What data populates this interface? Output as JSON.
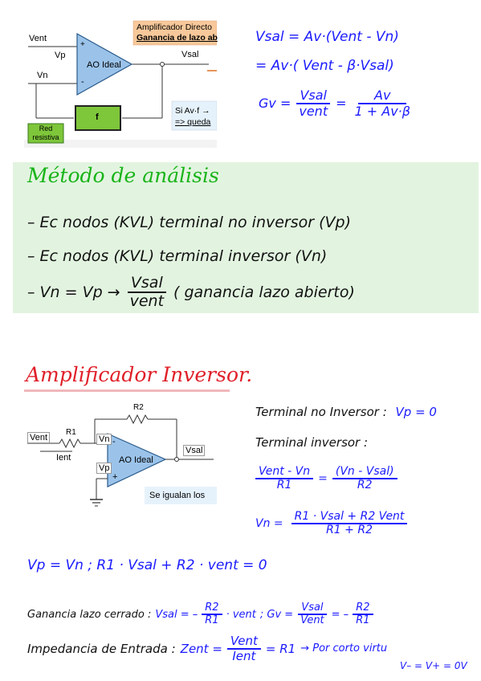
{
  "diagram1": {
    "vent": "Vent",
    "vp": "Vp",
    "vn": "Vn",
    "vsal": "Vsal",
    "op_amp": "AO Ideal",
    "plus": "+",
    "minus": "-",
    "f_block": "f",
    "red_resistiva": "Red\nresistiva",
    "note_title_1": "Amplificador Directo",
    "note_title_2": "Ganancia de lazo ab",
    "note_bottom_1": "Si Av·f →",
    "note_bottom_2": "=> queda"
  },
  "eq_top": {
    "line1": "Vsal = Av·(Vent - Vn)",
    "line2": "= Av·( Vent - β·Vsal)",
    "gv_label": "Gv =",
    "gv_num": "Vsal",
    "gv_den": "vent",
    "eq": "=",
    "av_num": "Av",
    "av_den": "1 + Av·β"
  },
  "metodo": {
    "title": "Método de análisis",
    "item1": "– Ec  nodos (KVL)  terminal  no  inversor  (Vp)",
    "item2": "–  Ec   nodos (KVL)   terminal   inversor   (Vn)",
    "item3_pre": "–   Vn = Vp   →",
    "item3_num": "Vsal",
    "item3_den": "vent",
    "item3_post": "( ganancia  lazo  abierto)"
  },
  "inversor": {
    "title": "Amplificador Inversor."
  },
  "diagram2": {
    "r2": "R2",
    "r1": "R1",
    "vent": "Vent",
    "vn": "Vn",
    "vp": "Vp",
    "ient": "Ient",
    "vsal": "Vsal",
    "op_amp": "AO Ideal",
    "minus": "-",
    "plus": "+",
    "note": "Se igualan los"
  },
  "eq_inv": {
    "term_no_inv": "Terminal no Inversor :",
    "vp0": "Vp = 0",
    "term_inv": "Terminal  inversor :",
    "f1_num": "Vent - Vn",
    "f1_den": "R1",
    "eq": "=",
    "f2_num": "(Vn - Vsal)",
    "f2_den": "R2",
    "vn_eq": "Vn =",
    "f3_num": "R1 · Vsal + R2 Vent",
    "f3_den": "R1 + R2"
  },
  "bottom": {
    "line1": "Vp = Vn   ;   R1 · Vsal + R2 · vent = 0",
    "gan_label": "Ganancia  lazo  cerrado :",
    "gan_eq_pre": "Vsal = –",
    "gan_num": "R2",
    "gan_den": "R1",
    "gan_eq_post": "· vent",
    "gv_pre": ";  Gv =",
    "gv_num": "Vsal",
    "gv_den": "Vent",
    "gv_eq": "= –",
    "gv2_num": "R2",
    "gv2_den": "R1",
    "imp_label": "Impedancia  de  Entrada :",
    "zent": "Zent =",
    "z_num": "Vent",
    "z_den": "Ient",
    "z_post": "= R1",
    "arrow_note": "→  Por corto virtu",
    "vfoot": "V– = V+ = 0V"
  }
}
